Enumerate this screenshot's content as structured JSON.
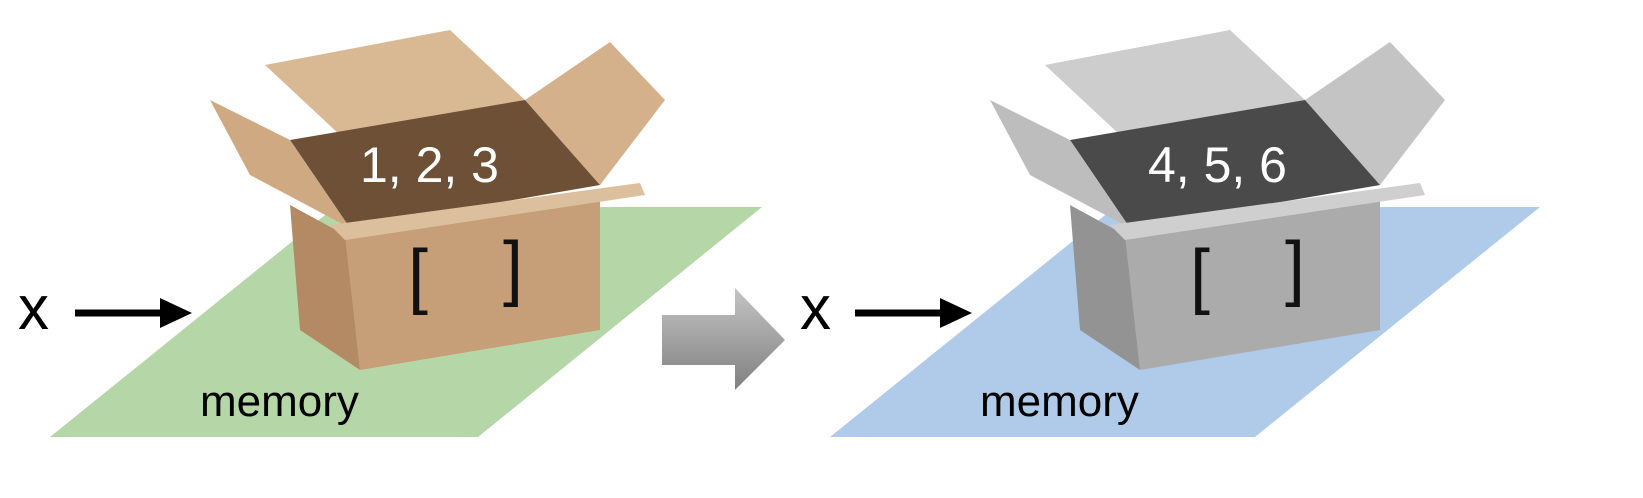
{
  "left_panel": {
    "variable": "x",
    "memory_label": "memory",
    "contents": "1, 2, 3",
    "bracket_open": "[",
    "bracket_close": "]",
    "plane_color": "#b5d6a7",
    "box_color": "#c9a27c"
  },
  "right_panel": {
    "variable": "x",
    "memory_label": "memory",
    "contents": "4, 5, 6",
    "bracket_open": "[",
    "bracket_close": "]",
    "plane_color": "#afcbe9",
    "box_color": "#a9a9a9"
  },
  "transition_arrow_color": "#9a9a9a"
}
